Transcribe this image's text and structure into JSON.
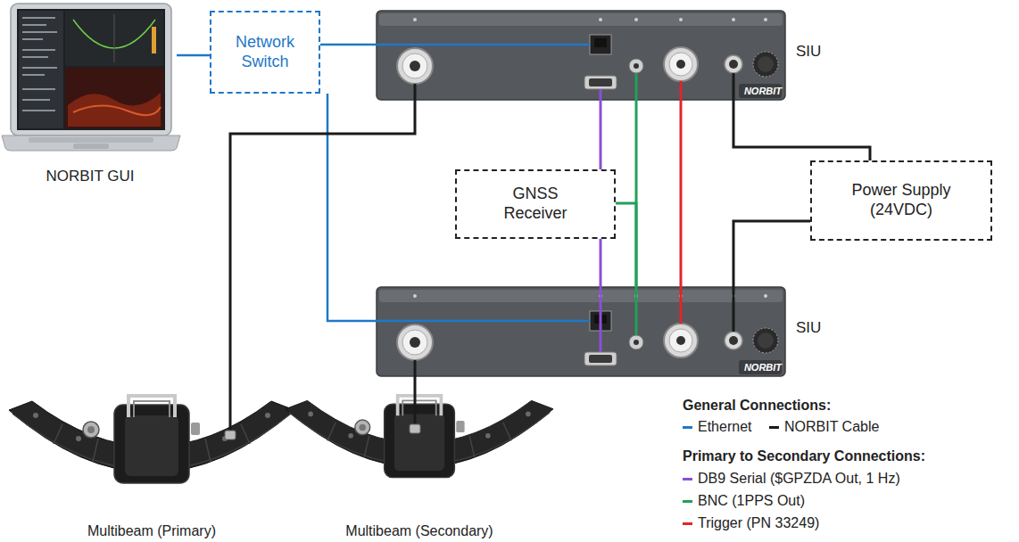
{
  "diagram": {
    "nodes": [
      {
        "text": [
          "NORBIT GUI"
        ]
      },
      {
        "text": [
          "Network Switch"
        ]
      },
      {
        "text": [
          "SIU"
        ]
      },
      {
        "text": [
          "GNSS Receiver"
        ]
      },
      {
        "text": [
          "Power Supply (24VDC)"
        ]
      },
      {
        "text": [
          "SIU"
        ]
      },
      {
        "text": [
          "Multibeam (Primary)"
        ]
      },
      {
        "text": [
          "Multibeam (Secondary)"
        ]
      }
    ],
    "edges": [
      {
        "from": 0,
        "to": 1,
        "arrow": "none"
      },
      {
        "from": 1,
        "to": 2,
        "arrow": "none"
      },
      {
        "from": 1,
        "to": 5,
        "arrow": "none"
      },
      {
        "from": 2,
        "to": 6,
        "arrow": "none"
      },
      {
        "from": 5,
        "to": 7,
        "arrow": "none"
      },
      {
        "from": 2,
        "to": 3,
        "arrow": "none"
      },
      {
        "from": 3,
        "to": 5,
        "arrow": "none"
      },
      {
        "from": 2,
        "to": 5,
        "arrow": "none"
      },
      {
        "from": 3,
        "to": 5,
        "arrow": "none"
      },
      {
        "from": 2,
        "to": 5,
        "arrow": "none"
      },
      {
        "from": 2,
        "to": 4,
        "arrow": "none"
      },
      {
        "from": 4,
        "to": 5,
        "arrow": "none"
      }
    ],
    "labels": [
      "NORBIT",
      "NORBIT",
      "General Connections:",
      "Primary to Secondary Connections:"
    ],
    "legend": [
      {
        "text": "Ethernet",
        "color": "#1f78c8"
      },
      {
        "text": "NORBIT Cable",
        "color": "#1a1a1a"
      },
      {
        "text": "DB9 Serial ($GPZDA Out, 1 Hz)",
        "color": "#8b4fd6"
      },
      {
        "text": "BNC (1PPS Out)",
        "color": "#22a05a"
      },
      {
        "text": "Trigger (PN 33249)",
        "color": "#e0252b"
      }
    ]
  }
}
